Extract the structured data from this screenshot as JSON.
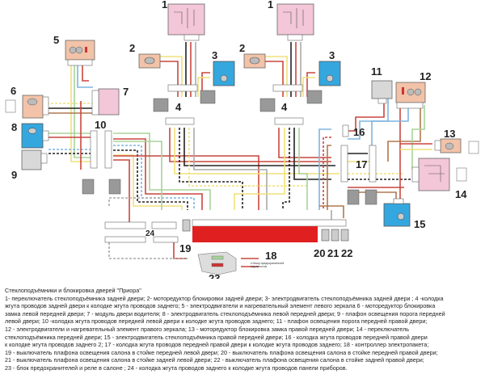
{
  "diagram": {
    "labels": [
      "1",
      "1",
      "2",
      "2",
      "3",
      "3",
      "4",
      "4",
      "5",
      "6",
      "7",
      "8",
      "9",
      "10",
      "11",
      "12",
      "13",
      "14",
      "15",
      "16",
      "17",
      "18",
      "19",
      "20",
      "21",
      "22",
      "23",
      "24"
    ],
    "note_18": [
      "к блоку предохранителей",
      "под капотом"
    ],
    "colors": {
      "pink": "#f3c6d8",
      "salmon": "#f2c3a8",
      "blue": "#35a7df",
      "gray": "#d8d8d8",
      "red": "#e02020",
      "wire_red": "#c9473f",
      "wire_yellow": "#f0e07a",
      "wire_blue": "#7fb5e0",
      "wire_green": "#a8d39a",
      "wire_brown": "#b07850",
      "wire_black": "#222222",
      "wire_gray": "#aaaaaa"
    }
  },
  "legend": {
    "title": "Стеклоподъёмники и блокировка дверей \"Приора\"",
    "lines": [
      "1- переключатель стеклоподъёмника задней двери; 2- моторедуктор блокировки задней двери; 3- электродвигатель стеклоподъёмника задней двери ; 4 -колодка",
      "жгута проводов задней двери к колодке жгута проводов заднего; 5 - электродвигатели и нагревательный элемент левого зеркала 6 - моторедуктор блокировка",
      "замка левой передней двери;  7 - модуль двери водителя; 8 - электродвигатель стеклоподъёмника левой передней двери; 9 - плафон освещения порога передней",
      "левой двери;  10 -колодка жгута проводов передней левой двери  к колодке жгута проводов заднего; 11 -  плафон освещения порога передней правой двери;",
      "12 - электродвигатели и нагревательный элемент правого зеркала; 13 - моторедуктор блокировка замка правой передней двери;  14 - переключатель",
      "стеклоподъёмника   передней двери; 15 - электродвигатель стеклоподъёмника правой передней двери; 16 - колодка жгута проводов передней правой двери",
      "к колодке жгута проводов заднего 2;  17 - колодка жгута проводов передней правой двери  к колодке жгута проводов заднего; 18 - контроллер электропакета;",
      "19 - выключатель плафона освещения  салона в стойке передней левой двери; 20 -  выключатель плафона освещения салона в стойке передней правой двери;",
      "21 - выключатель плафона освещения   салона в стойке задней левой двери;  22 -  выключатель плафона освещения салона в стойке задней правой двери;",
      "23 - блок предохранителей и реле в салоне ; 24 - колодка жгута проводов заднего к колодке жгута проводов панели приборов."
    ]
  }
}
